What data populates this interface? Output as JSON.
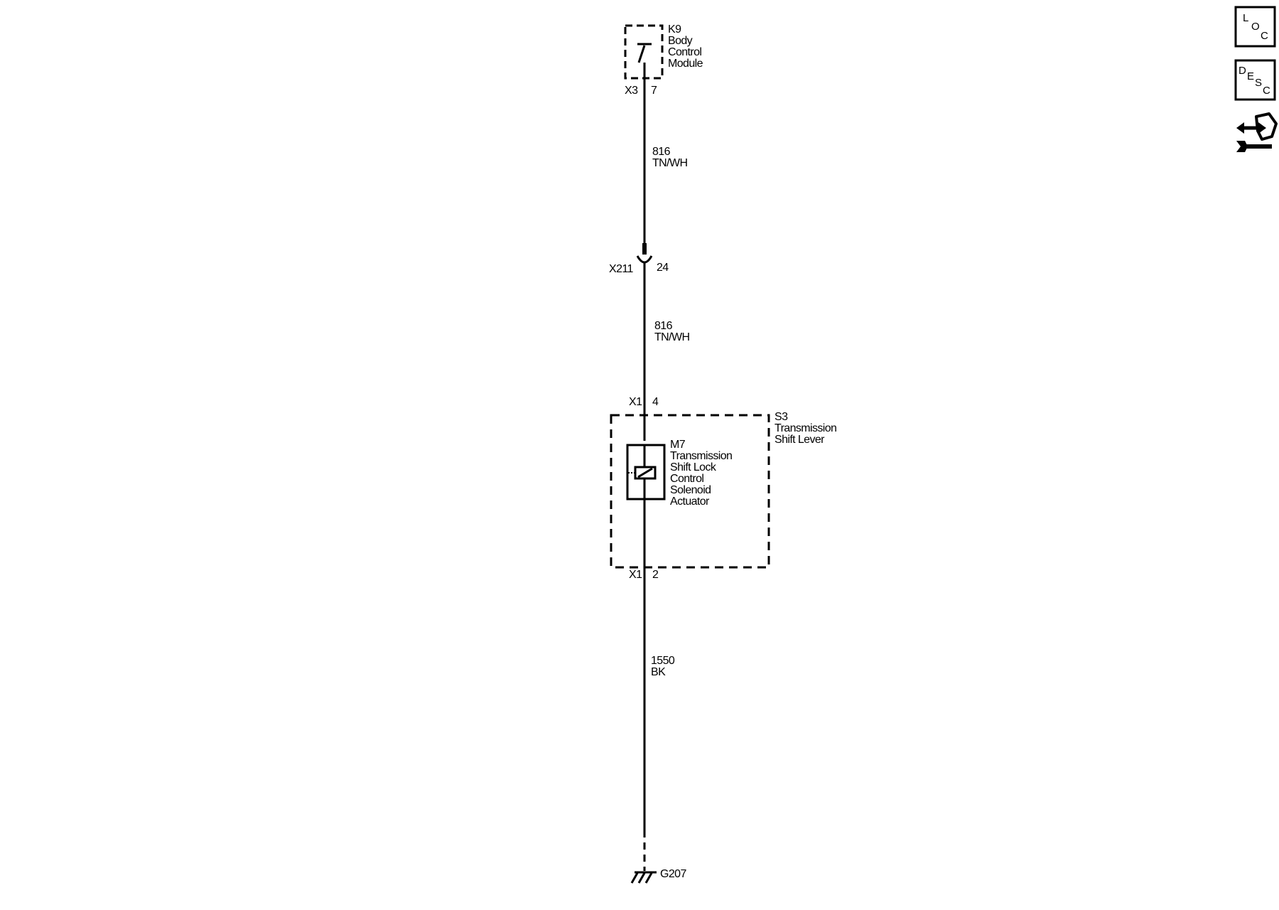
{
  "colors": {
    "background": "#ffffff",
    "ink": "#000000"
  },
  "bcm": {
    "id": "K9",
    "name_lines": [
      "Body",
      "Control",
      "Module"
    ],
    "connector": "X3",
    "pin": "7"
  },
  "wire_upper": {
    "circuit": "816",
    "color_code": "TN/WH"
  },
  "inline_connector": {
    "id": "X211",
    "pin": "24"
  },
  "wire_middle": {
    "circuit": "816",
    "color_code": "TN/WH"
  },
  "shift_lever": {
    "id": "S3",
    "name_lines": [
      "Transmission",
      "Shift Lever"
    ],
    "connector_top": "X1",
    "pin_top": "4",
    "connector_bottom": "X1",
    "pin_bottom": "2"
  },
  "solenoid": {
    "id": "M7",
    "name_lines": [
      "Transmission",
      "Shift Lock",
      "Control",
      "Solenoid",
      "Actuator"
    ]
  },
  "wire_lower": {
    "circuit": "1550",
    "color_code": "BK"
  },
  "ground": {
    "id": "G207"
  },
  "side_icons": {
    "loc": [
      "L",
      "O",
      "C"
    ],
    "desc": [
      "D",
      "E",
      "S",
      "C"
    ],
    "connector_end_view": "connector-end-view-icon"
  }
}
